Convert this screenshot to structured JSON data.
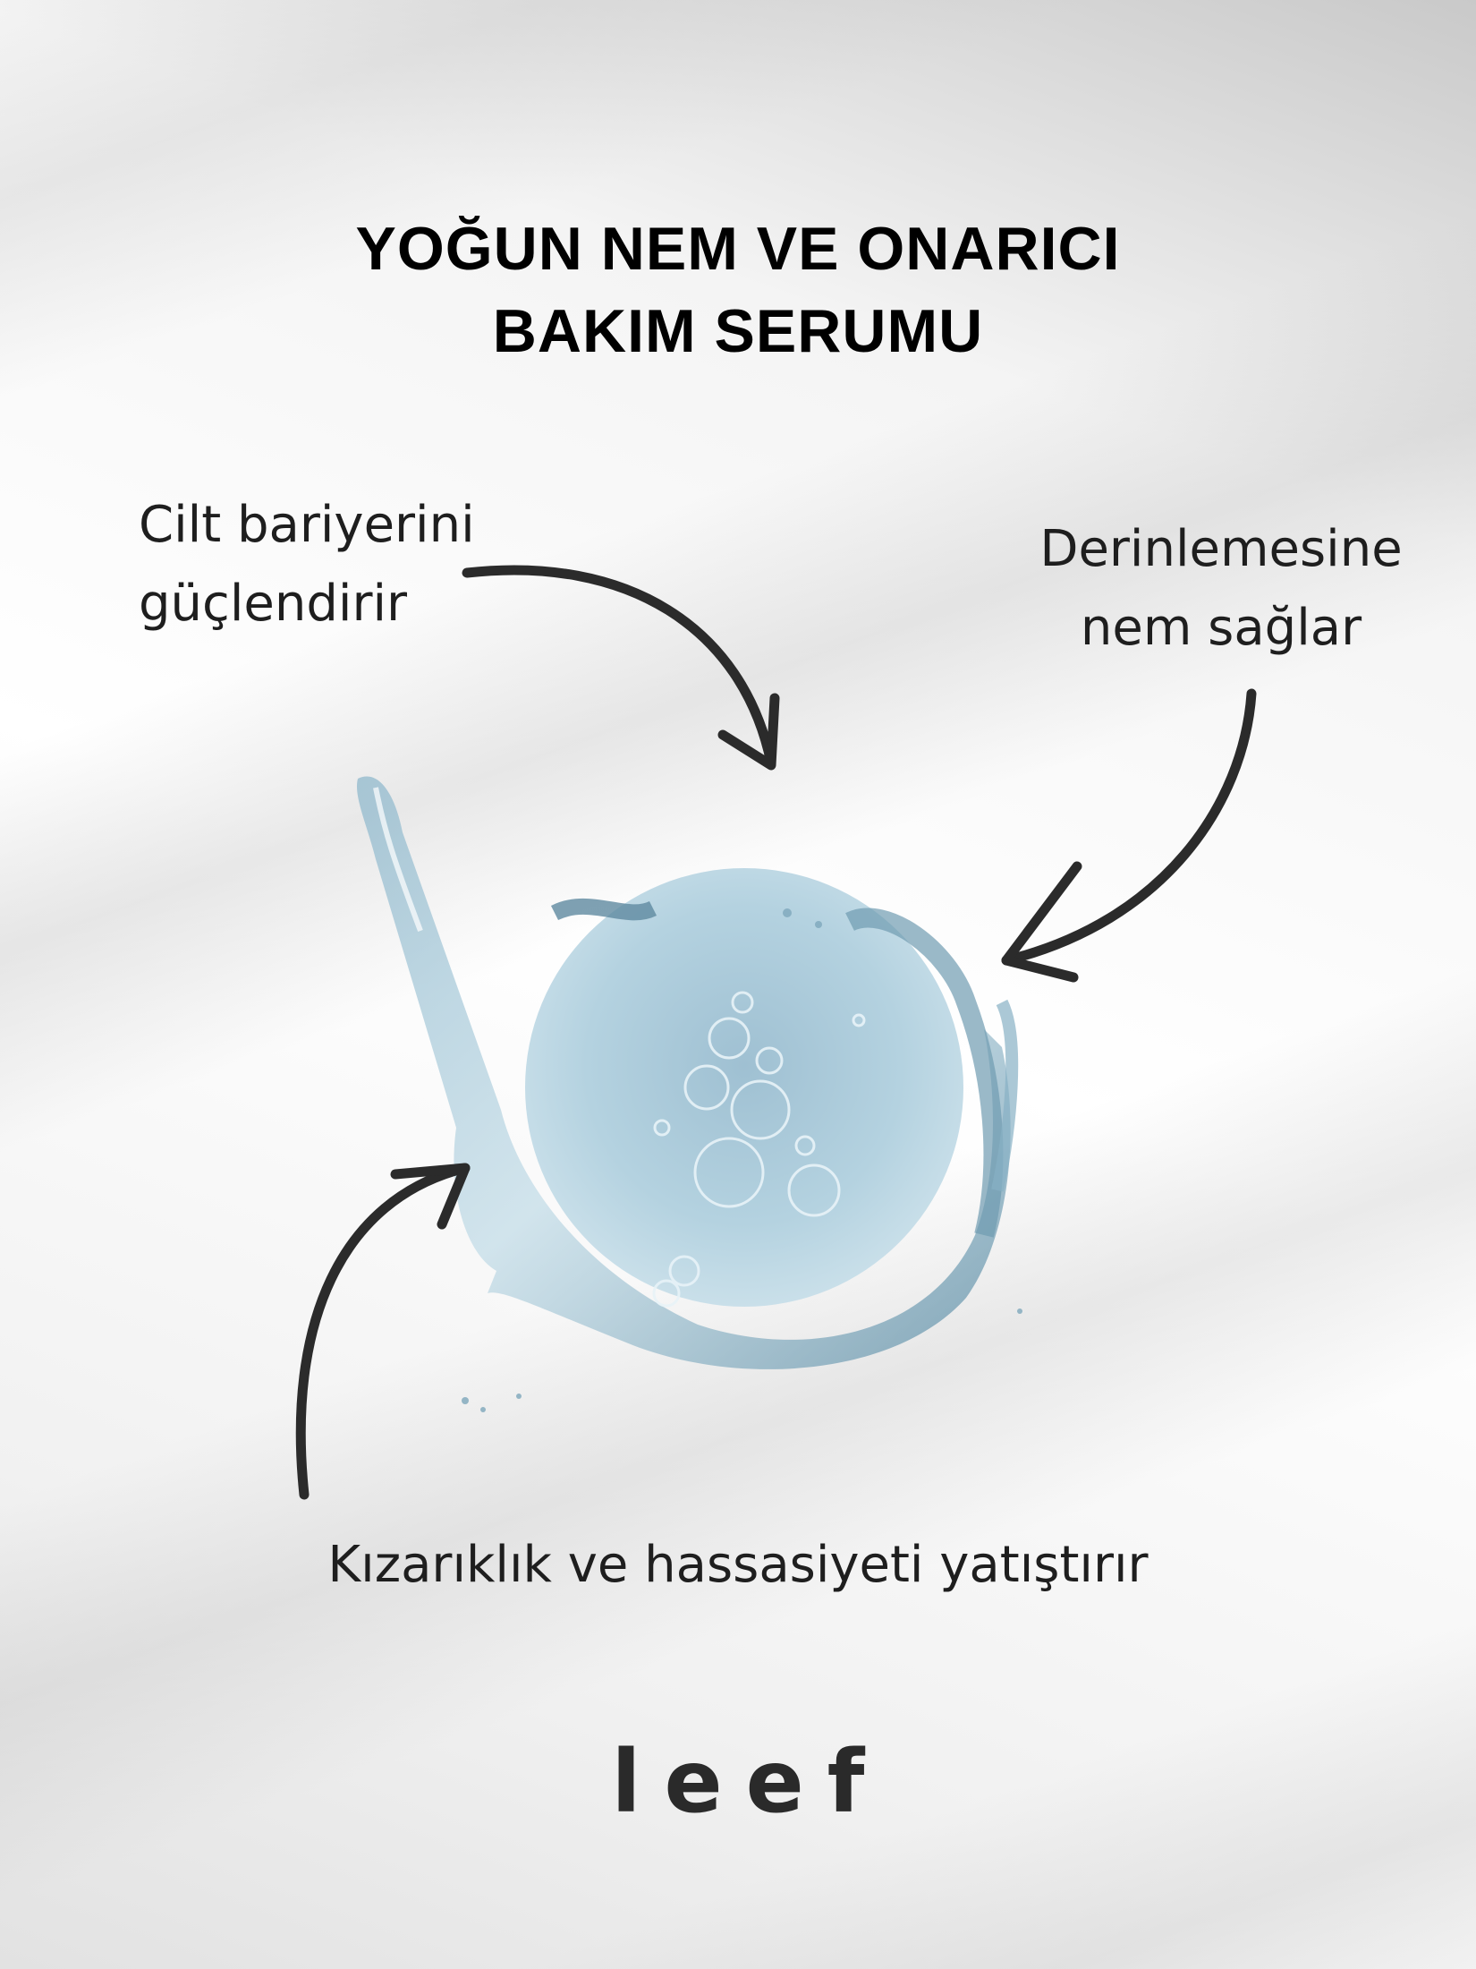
{
  "title": {
    "line1": "YOĞUN NEM VE ONARICI",
    "line2": "BAKIM SERUMU"
  },
  "callouts": [
    {
      "line1": "Cilt bariyerini",
      "line2": "güçlendirir"
    },
    {
      "line1": "Derinlemesine",
      "line2": "nem sağlar"
    },
    {
      "line1": "Kızarıklık ve hassasiyeti yatıştırır"
    }
  ],
  "brand": {
    "logo": "leef"
  },
  "colors": {
    "arrow": "#2b2b2b",
    "serum": "#a9cbdc",
    "text": "#1e1e1e"
  }
}
